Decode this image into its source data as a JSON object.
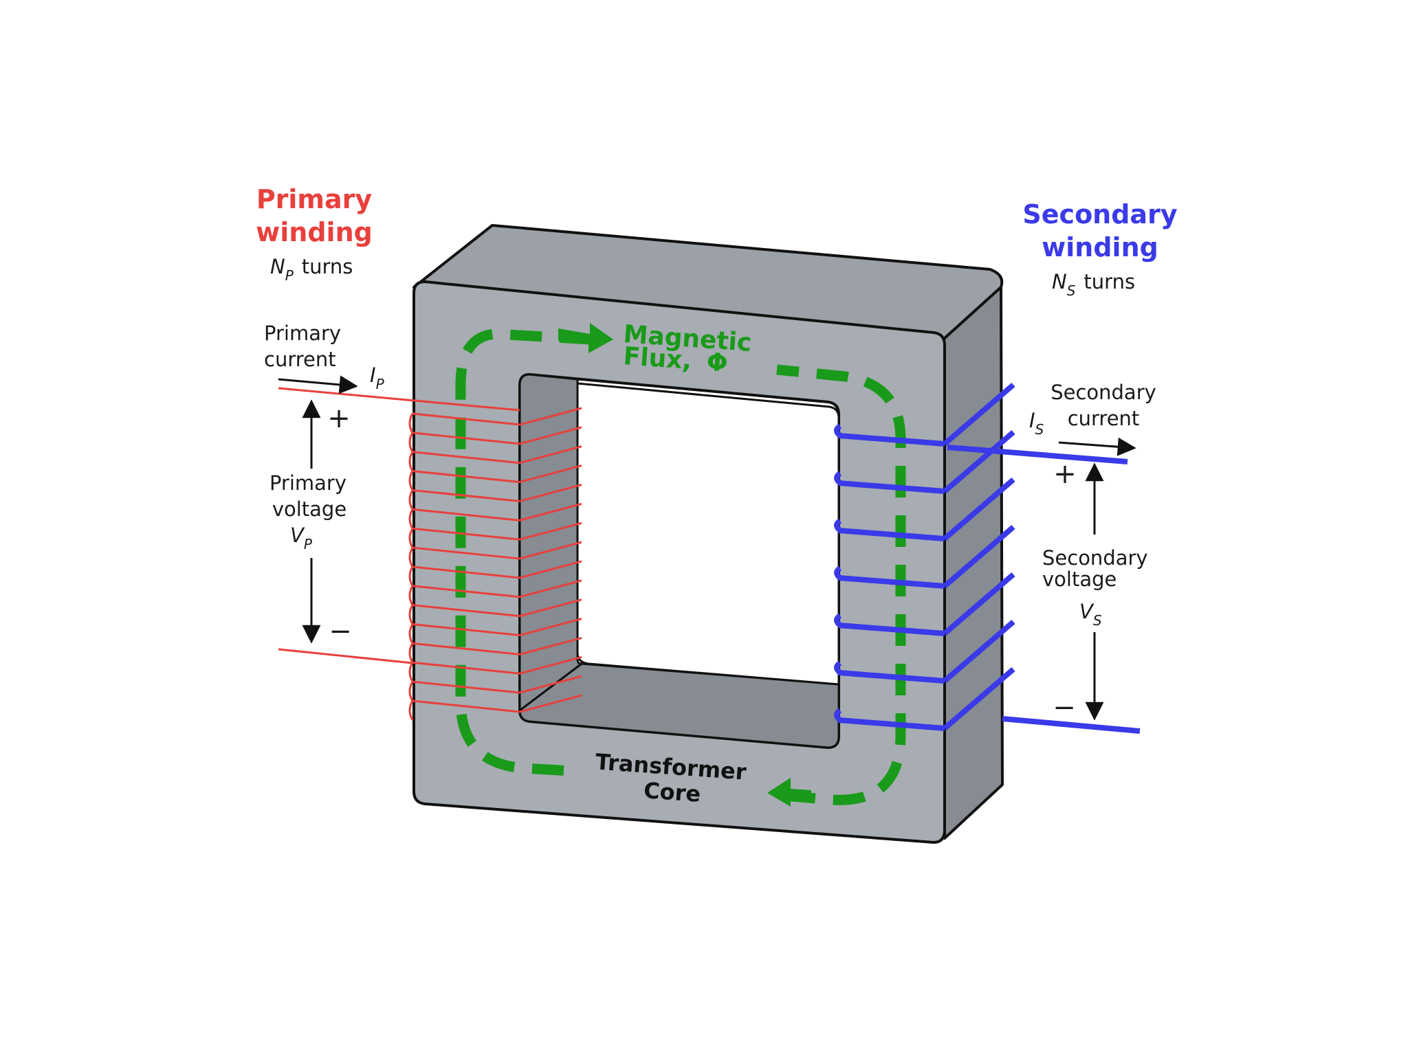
{
  "primary": {
    "title_line1": "Primary",
    "title_line2": "winding",
    "turns_symbol": "N",
    "turns_subscript": "P",
    "turns_word": "turns",
    "current_line1": "Primary",
    "current_line2": "current",
    "current_symbol": "I",
    "current_subscript": "P",
    "voltage_line1": "Primary",
    "voltage_line2": "voltage",
    "voltage_symbol": "V",
    "voltage_subscript": "P",
    "plus": "+",
    "minus": "−",
    "color": "#e8403c"
  },
  "secondary": {
    "title_line1": "Secondary",
    "title_line2": "winding",
    "turns_symbol": "N",
    "turns_subscript": "S",
    "turns_word": "turns",
    "current_line1": "Secondary",
    "current_line2": "current",
    "current_symbol": "I",
    "current_subscript": "S",
    "voltage_line1": "Secondary",
    "voltage_line2": "voltage",
    "voltage_symbol": "V",
    "voltage_subscript": "S",
    "plus": "+",
    "minus": "−",
    "color": "#3a3ae8"
  },
  "flux": {
    "line1": "Magnetic",
    "line2": "Flux,",
    "symbol": "Φ",
    "color": "#1a9a1a"
  },
  "core": {
    "line1": "Transformer",
    "line2": "Core",
    "color_front": "#a7adb3",
    "color_side": "#868c92",
    "color_top": "#9ba1a7"
  },
  "primary_turns_drawn": 16,
  "secondary_turns_drawn": 7
}
